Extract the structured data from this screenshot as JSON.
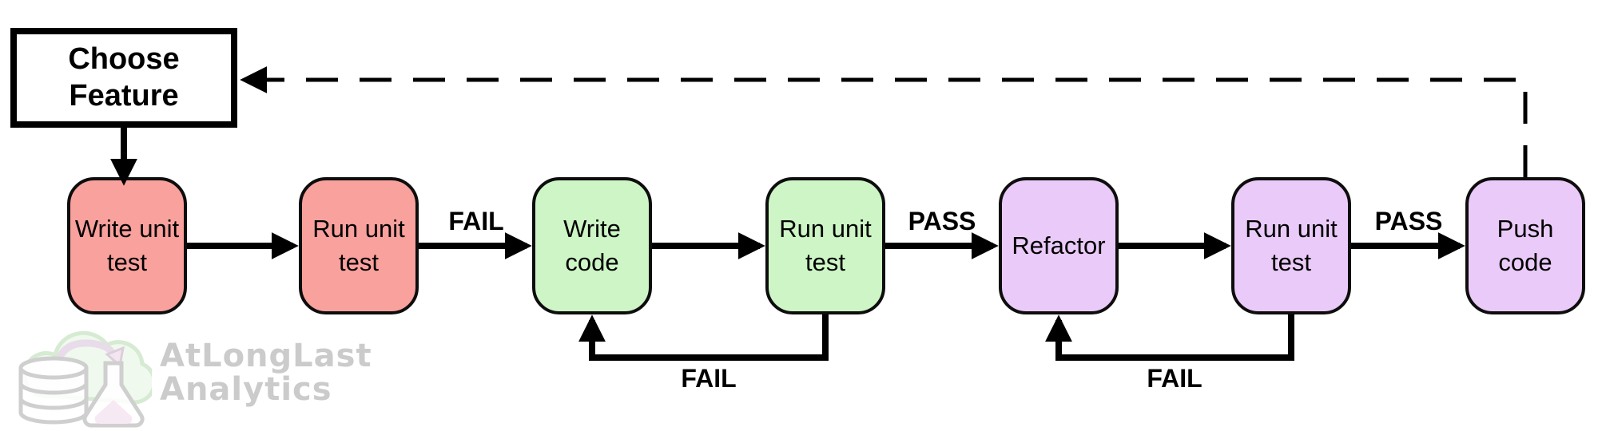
{
  "diagram": {
    "type": "flowchart",
    "topic": "Test-driven development workflow",
    "start_node": {
      "label": "Choose Feature"
    },
    "nodes": [
      {
        "id": "write-unit-test",
        "label": "Write unit test",
        "stage": "red",
        "fill": "#F9A19D"
      },
      {
        "id": "run-unit-test-1",
        "label": "Run unit test",
        "stage": "red",
        "fill": "#F9A19D"
      },
      {
        "id": "write-code",
        "label": "Write code",
        "stage": "green",
        "fill": "#CDF5C5"
      },
      {
        "id": "run-unit-test-2",
        "label": "Run unit test",
        "stage": "green",
        "fill": "#CDF5C5"
      },
      {
        "id": "refactor",
        "label": "Refactor",
        "stage": "purple",
        "fill": "#EACAF8"
      },
      {
        "id": "run-unit-test-3",
        "label": "Run unit test",
        "stage": "purple",
        "fill": "#EACAF8"
      },
      {
        "id": "push-code",
        "label": "Push code",
        "stage": "purple",
        "fill": "#EACAF8"
      }
    ],
    "edge_labels": [
      {
        "id": "fail-forward",
        "label": "FAIL"
      },
      {
        "id": "pass-1",
        "label": "PASS"
      },
      {
        "id": "pass-2",
        "label": "PASS"
      },
      {
        "id": "fail-loop-1",
        "label": "FAIL"
      },
      {
        "id": "fail-loop-2",
        "label": "FAIL"
      }
    ]
  },
  "watermark": {
    "line1": "AtLongLast",
    "line2": "Analytics"
  },
  "palette": {
    "line": "#000000",
    "stage_red": "#F9A19D",
    "stage_green": "#CDF5C5",
    "stage_purple": "#EACAF8",
    "watermark_text": "#CBCBCB",
    "watermark_cloud": "#D5EBD2"
  }
}
